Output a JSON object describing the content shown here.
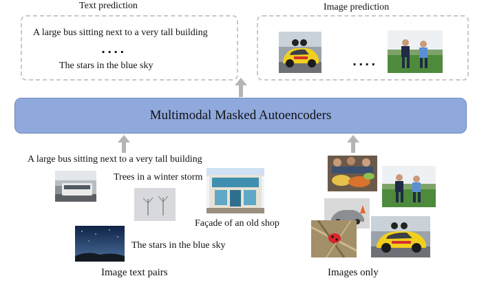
{
  "text_prediction": {
    "title": "Text prediction",
    "line1": "A large bus sitting next to a very tall building",
    "ellipsis": "....",
    "line2": "The stars in the blue sky"
  },
  "image_prediction": {
    "title": "Image prediction",
    "ellipsis": "...."
  },
  "model": {
    "label": "Multimodal Masked Autoencoders"
  },
  "left_inputs": {
    "caption_bus": "A large bus sitting next to a very tall building",
    "caption_trees": "Trees in a winter storm",
    "caption_shop": "Façade of an old shop",
    "caption_stars": "The stars in the blue sky",
    "footer": "Image text pairs"
  },
  "right_inputs": {
    "footer": "Images only"
  },
  "colors": {
    "banner_fill": "#8fa9dd",
    "banner_border": "#6f88bd",
    "arrow": "#b5b5b5",
    "dashed_border": "#c8c8c8"
  }
}
